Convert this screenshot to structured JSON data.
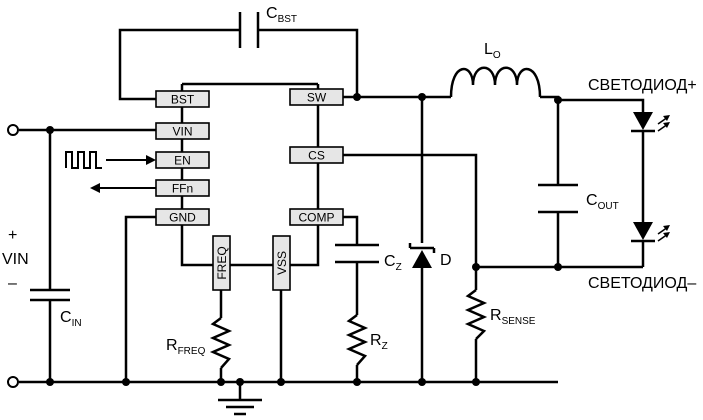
{
  "pins": {
    "bst": "BST",
    "vin": "VIN",
    "en": "EN",
    "ffn": "FFn",
    "gnd": "GND",
    "sw": "SW",
    "cs": "CS",
    "comp": "COMP",
    "freq": "FREQ",
    "vss": "VSS"
  },
  "labels": {
    "cbst_main": "C",
    "cbst_sub": "BST",
    "lo_main": "L",
    "lo_sub": "O",
    "cout_main": "C",
    "cout_sub": "OUT",
    "cz_main": "C",
    "cz_sub": "Z",
    "d": "D",
    "rsense_main": "R",
    "rsense_sub": "SENSE",
    "rfreq_main": "R",
    "rfreq_sub": "FREQ",
    "rz_main": "R",
    "rz_sub": "Z",
    "cin_main": "C",
    "cin_sub": "IN",
    "vin": "VIN",
    "plus": "+",
    "minus": "–",
    "led_plus": "СВЕТОДИОД+",
    "led_minus": "СВЕТОДИОД–"
  }
}
